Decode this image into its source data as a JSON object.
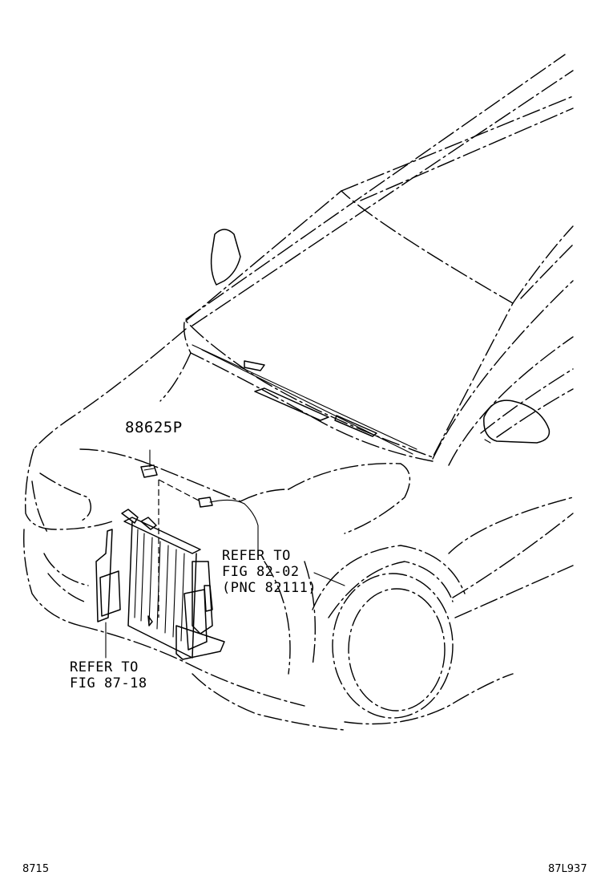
{
  "diagram": {
    "part_label": "88625P",
    "callout_hood": {
      "line1": "REFER TO",
      "line2": "FIG 82-02",
      "line3": "(PNC 82111)"
    },
    "callout_radiator": {
      "line1": "REFER TO",
      "line2": "FIG 87-18"
    },
    "footer_left": "8715",
    "footer_right": "87L937"
  }
}
